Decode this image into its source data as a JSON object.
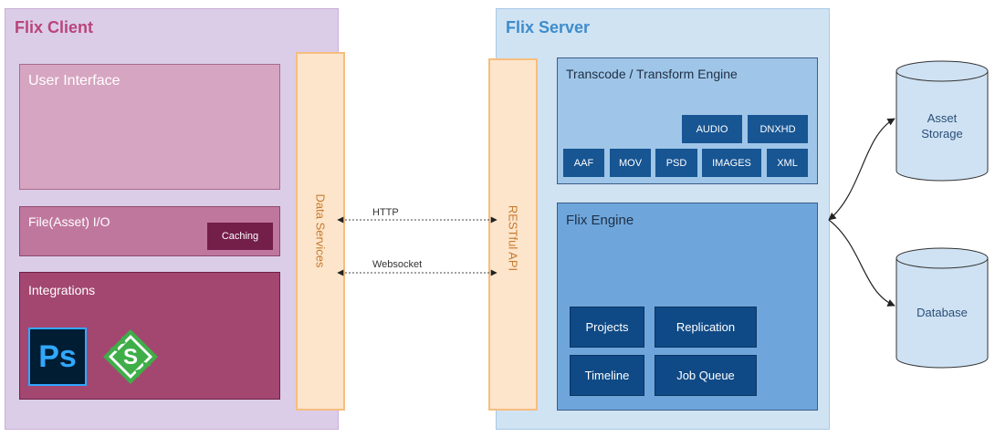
{
  "client": {
    "title": "Flix Client",
    "user_interface": "User Interface",
    "file_io": "File(Asset) I/O",
    "caching": "Caching",
    "integrations": "Integrations",
    "ps_icon_text": "Ps",
    "sg_icon_text": "S"
  },
  "data_services": "Data Services",
  "protocols": {
    "http": "HTTP",
    "websocket": "Websocket"
  },
  "restful_api": "RESTful API",
  "server": {
    "title": "Flix Server",
    "transcode_engine": {
      "title": "Transcode / Transform Engine",
      "formats_top": [
        "AUDIO",
        "DNXHD"
      ],
      "formats_bottom": [
        "AAF",
        "MOV",
        "PSD",
        "IMAGES",
        "XML"
      ]
    },
    "flix_engine": {
      "title": "Flix Engine",
      "modules": [
        "Projects",
        "Replication",
        "Timeline",
        "Job Queue"
      ]
    }
  },
  "storage": {
    "asset_line1": "Asset",
    "asset_line2": "Storage",
    "database": "Database"
  },
  "colors": {
    "client_bg": "#dbcde8",
    "server_bg": "#d0e3f3",
    "bar_orange": "#fde5cb",
    "chip_blue": "#175593",
    "cylinder": "#cfe2f3"
  },
  "icons": [
    "photoshop-icon",
    "shotgun-icon"
  ]
}
